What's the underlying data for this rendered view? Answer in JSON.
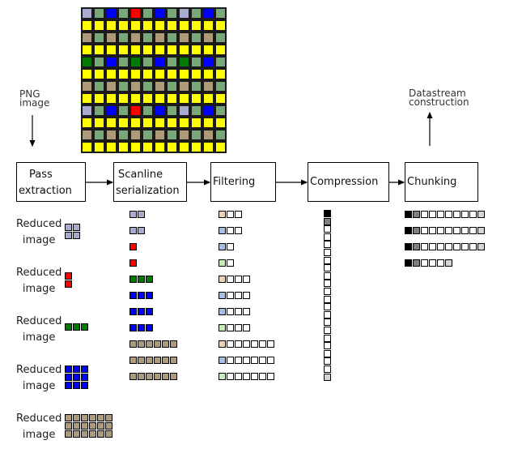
{
  "labels": {
    "png_image": [
      "PNG",
      "image"
    ],
    "datastream": [
      "Datastream",
      "construction"
    ],
    "reduced_image": [
      "Reduced",
      "image"
    ]
  },
  "stages": [
    {
      "id": "pass-extraction",
      "lines": [
        "Pass",
        "extraction"
      ]
    },
    {
      "id": "scanline-serialization",
      "lines": [
        "Scanline",
        "serialization"
      ]
    },
    {
      "id": "filtering",
      "lines": [
        "Filtering"
      ]
    },
    {
      "id": "compression",
      "lines": [
        "Compression"
      ]
    },
    {
      "id": "chunking",
      "lines": [
        "Chunking"
      ]
    }
  ],
  "colors": {
    "lavender": "#a8aad0",
    "sage": "#78a878",
    "blue": "#0000ff",
    "yellow": "#ffff00",
    "tan": "#ac9a7a",
    "red": "#ff0000",
    "green": "#007a00",
    "filter_peach": "#f0d0b0",
    "filter_blue": "#a8bcec",
    "filter_green": "#c0f0b8",
    "white": "#ffffff",
    "black": "#000000",
    "gray": "#808080",
    "lightgray": "#d4d4d4"
  },
  "image_grid": {
    "rows": [
      [
        "lavender",
        "sage",
        "blue",
        "sage",
        "red",
        "sage",
        "blue",
        "sage",
        "lavender",
        "sage",
        "blue",
        "sage"
      ],
      [
        "yellow",
        "yellow",
        "yellow",
        "yellow",
        "yellow",
        "yellow",
        "yellow",
        "yellow",
        "yellow",
        "yellow",
        "yellow",
        "yellow"
      ],
      [
        "tan",
        "sage",
        "tan",
        "sage",
        "tan",
        "sage",
        "tan",
        "sage",
        "tan",
        "sage",
        "tan",
        "sage"
      ],
      [
        "yellow",
        "yellow",
        "yellow",
        "yellow",
        "yellow",
        "yellow",
        "yellow",
        "yellow",
        "yellow",
        "yellow",
        "yellow",
        "yellow"
      ],
      [
        "green",
        "sage",
        "blue",
        "sage",
        "green",
        "sage",
        "blue",
        "sage",
        "green",
        "sage",
        "blue",
        "sage"
      ],
      [
        "yellow",
        "yellow",
        "yellow",
        "yellow",
        "yellow",
        "yellow",
        "yellow",
        "yellow",
        "yellow",
        "yellow",
        "yellow",
        "yellow"
      ],
      [
        "tan",
        "sage",
        "tan",
        "sage",
        "tan",
        "sage",
        "tan",
        "sage",
        "tan",
        "sage",
        "tan",
        "sage"
      ],
      [
        "yellow",
        "yellow",
        "yellow",
        "yellow",
        "yellow",
        "yellow",
        "yellow",
        "yellow",
        "yellow",
        "yellow",
        "yellow",
        "yellow"
      ],
      [
        "lavender",
        "sage",
        "blue",
        "sage",
        "red",
        "sage",
        "blue",
        "sage",
        "lavender",
        "sage",
        "blue",
        "sage"
      ],
      [
        "yellow",
        "yellow",
        "yellow",
        "yellow",
        "yellow",
        "yellow",
        "yellow",
        "yellow",
        "yellow",
        "yellow",
        "yellow",
        "yellow"
      ],
      [
        "tan",
        "sage",
        "tan",
        "sage",
        "tan",
        "sage",
        "tan",
        "sage",
        "tan",
        "sage",
        "tan",
        "sage"
      ],
      [
        "yellow",
        "yellow",
        "yellow",
        "yellow",
        "yellow",
        "yellow",
        "yellow",
        "yellow",
        "yellow",
        "yellow",
        "yellow",
        "yellow"
      ]
    ]
  },
  "reduced_images": [
    {
      "color": "lavender",
      "cols": 2,
      "rows": 2
    },
    {
      "color": "red",
      "cols": 1,
      "rows": 2
    },
    {
      "color": "green",
      "cols": 3,
      "rows": 1
    },
    {
      "color": "blue",
      "cols": 3,
      "rows": 3
    },
    {
      "color": "tan",
      "cols": 6,
      "rows": 3
    }
  ],
  "scanlines": [
    {
      "color": "lavender",
      "count": 2
    },
    {
      "color": "lavender",
      "count": 2
    },
    {
      "color": "red",
      "count": 1
    },
    {
      "color": "red",
      "count": 1
    },
    {
      "color": "green",
      "count": 3
    },
    {
      "color": "blue",
      "count": 3
    },
    {
      "color": "blue",
      "count": 3
    },
    {
      "color": "blue",
      "count": 3
    },
    {
      "color": "tan",
      "count": 6
    },
    {
      "color": "tan",
      "count": 6
    },
    {
      "color": "tan",
      "count": 6
    }
  ],
  "filtered": [
    {
      "filter": "filter_peach",
      "count": 2
    },
    {
      "filter": "filter_blue",
      "count": 2
    },
    {
      "filter": "filter_blue",
      "count": 1
    },
    {
      "filter": "filter_green",
      "count": 1
    },
    {
      "filter": "filter_peach",
      "count": 3
    },
    {
      "filter": "filter_blue",
      "count": 3
    },
    {
      "filter": "filter_blue",
      "count": 3
    },
    {
      "filter": "filter_green",
      "count": 3
    },
    {
      "filter": "filter_peach",
      "count": 6
    },
    {
      "filter": "filter_blue",
      "count": 6
    },
    {
      "filter": "filter_green",
      "count": 6
    }
  ],
  "compressed": {
    "header": [
      "black",
      "gray"
    ],
    "body_count": 19,
    "trailer": "lightgray"
  },
  "chunks": [
    {
      "header": [
        "black",
        "gray"
      ],
      "body_count": 7,
      "trailer": "lightgray"
    },
    {
      "header": [
        "black",
        "gray"
      ],
      "body_count": 7,
      "trailer": "lightgray"
    },
    {
      "header": [
        "black",
        "gray"
      ],
      "body_count": 7,
      "trailer": "lightgray"
    },
    {
      "header": [
        "black",
        "gray"
      ],
      "body_count": 3,
      "trailer": "lightgray"
    }
  ]
}
